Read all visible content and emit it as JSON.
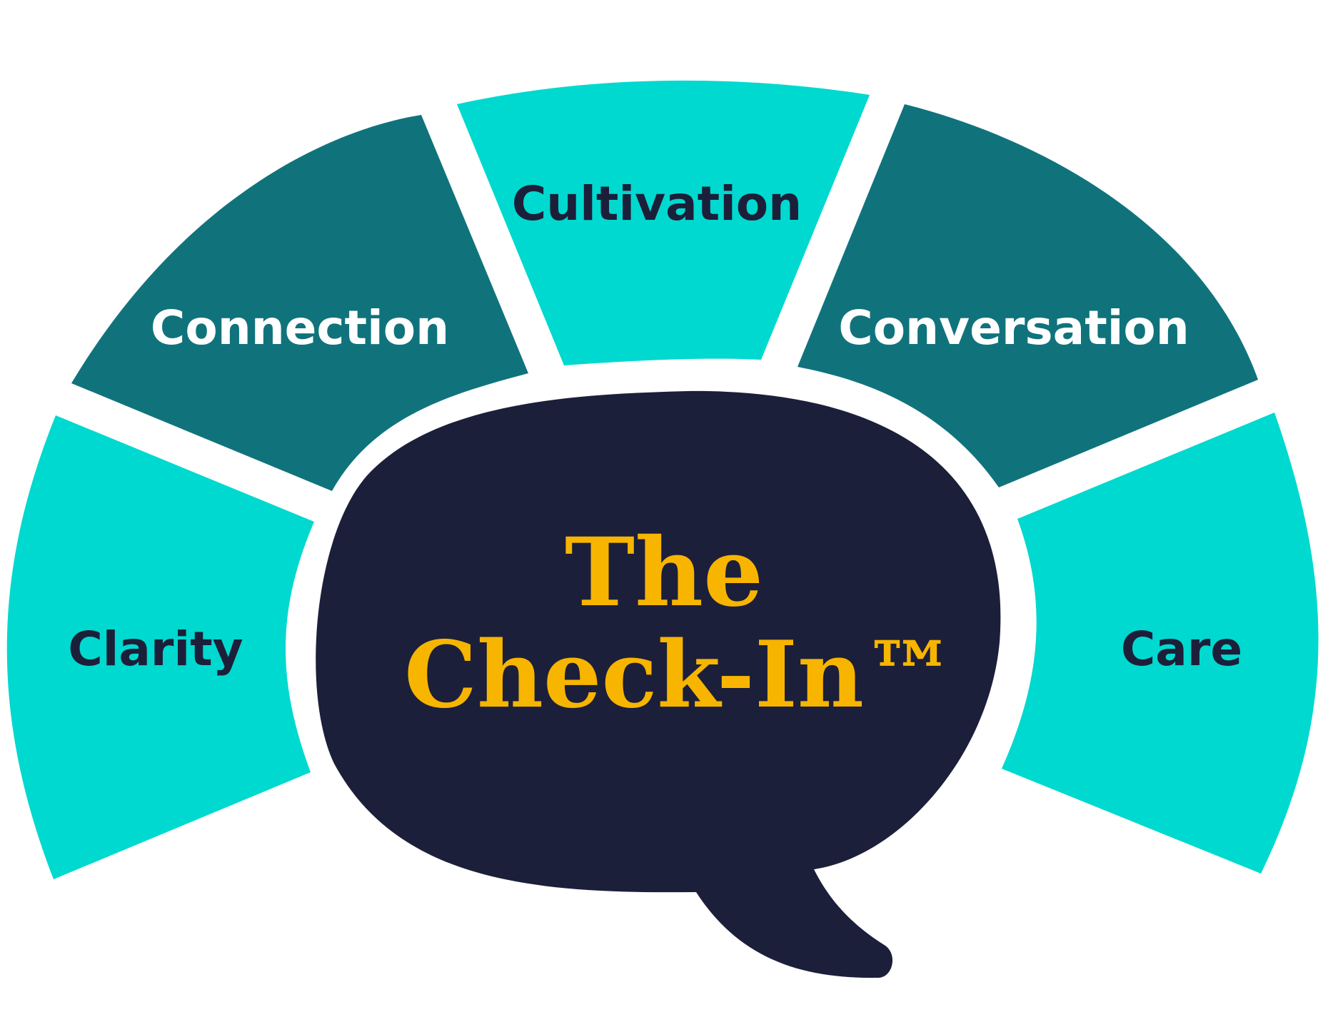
{
  "colors": {
    "light_teal": "#00D9CF",
    "dark_teal": "#10737C",
    "navy": "#1C1F3A",
    "gold": "#F7B500",
    "white": "#FFFFFF"
  },
  "segments": [
    {
      "id": "clarity",
      "label": "Clarity",
      "color": "light_teal",
      "text_color": "navy"
    },
    {
      "id": "connection",
      "label": "Connection",
      "color": "dark_teal",
      "text_color": "white"
    },
    {
      "id": "cultivation",
      "label": "Cultivation",
      "color": "light_teal",
      "text_color": "navy"
    },
    {
      "id": "conversation",
      "label": "Conversation",
      "color": "dark_teal",
      "text_color": "white"
    },
    {
      "id": "care",
      "label": "Care",
      "color": "light_teal",
      "text_color": "navy"
    }
  ],
  "center": {
    "title_line1": "The",
    "title_line2": "Check-In™"
  }
}
